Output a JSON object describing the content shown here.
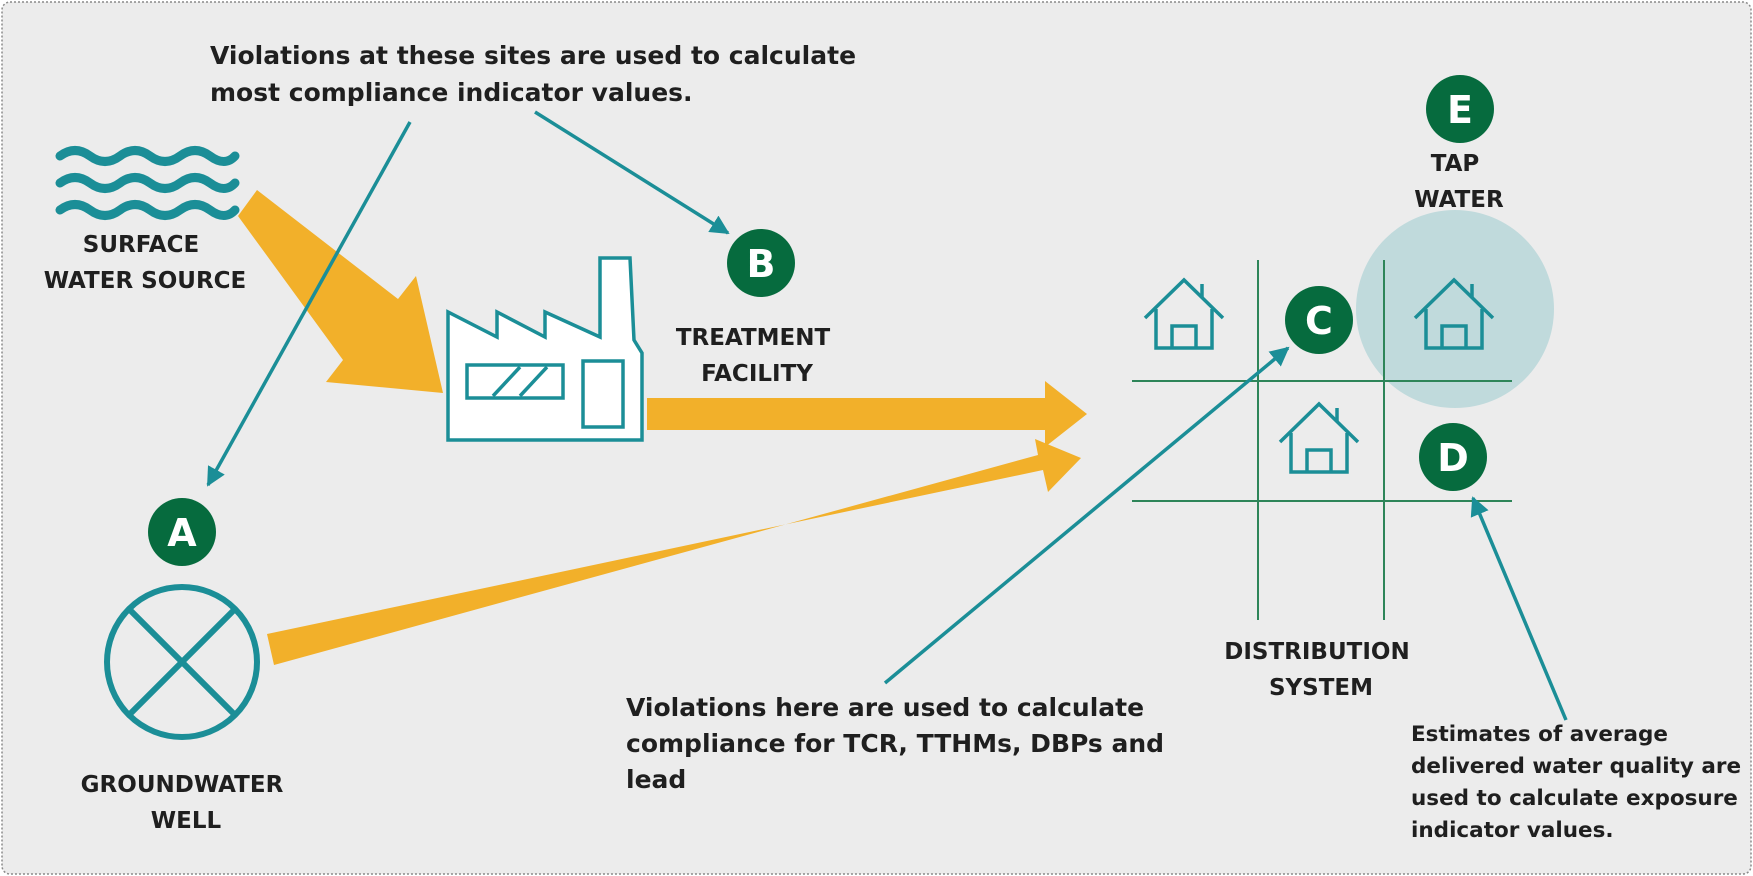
{
  "colors": {
    "background": "#ececec",
    "teal": "#1b8e97",
    "green": "#066b3e",
    "orange": "#f2b02a",
    "tap_highlight": "#c0dadc",
    "text": "#1f1f1f"
  },
  "icons": [
    "water-waves-icon",
    "factory-icon",
    "well-icon",
    "house-icon"
  ],
  "badges": {
    "a": "A",
    "b": "B",
    "c": "C",
    "d": "D",
    "e": "E"
  },
  "labels": {
    "surface_water": [
      "SURFACE",
      "WATER SOURCE"
    ],
    "treatment": [
      "TREATMENT",
      "FACILITY"
    ],
    "groundwater": [
      "GROUNDWATER",
      "WELL"
    ],
    "distribution": [
      "DISTRIBUTION",
      "SYSTEM"
    ],
    "tap": [
      "TAP",
      "WATER"
    ]
  },
  "notes": {
    "top": [
      "Violations at these sites are used to calculate",
      "most compliance indicator values."
    ],
    "middle": [
      "Violations here are used to calculate",
      "compliance for TCR, TTHMs, DBPs and",
      "lead"
    ],
    "bottom_right": [
      "Estimates of average",
      "delivered water quality are",
      "used to calculate exposure",
      "indicator values."
    ]
  }
}
